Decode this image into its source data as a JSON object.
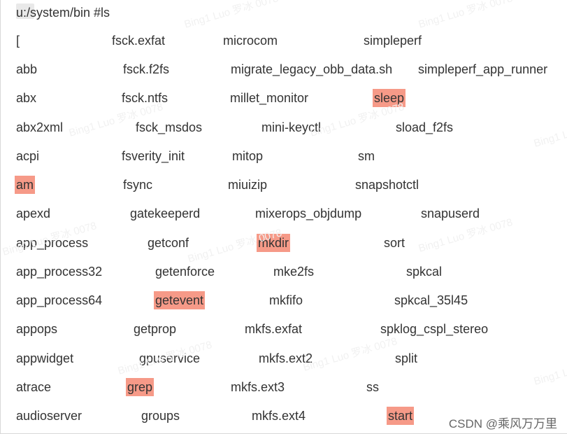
{
  "terminal": {
    "prompt": "u:/system/bin #ls",
    "rows": [
      {
        "cells": [
          {
            "text": "["
          },
          {
            "text": "fsck.exfat"
          },
          {
            "text": "microcom"
          },
          {
            "text": "simpleperf"
          }
        ]
      },
      {
        "cells": [
          {
            "text": "abb"
          },
          {
            "text": "fsck.f2fs"
          },
          {
            "text": "migrate_legacy_obb_data.sh"
          },
          {
            "text": "simpleperf_app_runner"
          }
        ]
      },
      {
        "cells": [
          {
            "text": "abx"
          },
          {
            "text": "fsck.ntfs"
          },
          {
            "text": "millet_monitor"
          },
          {
            "text": "sleep",
            "highlight": true
          }
        ]
      },
      {
        "cells": [
          {
            "text": "abx2xml"
          },
          {
            "text": "fsck_msdos"
          },
          {
            "text": "mini-keyctl"
          },
          {
            "text": "sload_f2fs"
          }
        ]
      },
      {
        "cells": [
          {
            "text": "acpi"
          },
          {
            "text": "fsverity_init"
          },
          {
            "text": "mitop"
          },
          {
            "text": "sm"
          }
        ]
      },
      {
        "cells": [
          {
            "text": "am",
            "highlight": true
          },
          {
            "text": "fsync"
          },
          {
            "text": "miuizip"
          },
          {
            "text": "snapshotctl"
          }
        ]
      },
      {
        "cells": [
          {
            "text": "apexd"
          },
          {
            "text": "gatekeeperd"
          },
          {
            "text": "mixerops_objdump"
          },
          {
            "text": "snapuserd"
          }
        ]
      },
      {
        "cells": [
          {
            "text": "app_process"
          },
          {
            "text": "getconf"
          },
          {
            "text": "mkdir",
            "highlight": true
          },
          {
            "text": "sort"
          }
        ]
      },
      {
        "cells": [
          {
            "text": "app_process32"
          },
          {
            "text": "getenforce"
          },
          {
            "text": "mke2fs"
          },
          {
            "text": "spkcal"
          }
        ]
      },
      {
        "cells": [
          {
            "text": "app_process64"
          },
          {
            "text": "getevent",
            "highlight": true
          },
          {
            "text": "mkfifo"
          },
          {
            "text": "spkcal_35l45"
          }
        ]
      },
      {
        "cells": [
          {
            "text": "appops"
          },
          {
            "text": "getprop"
          },
          {
            "text": "mkfs.exfat"
          },
          {
            "text": "spklog_cspl_stereo"
          }
        ]
      },
      {
        "cells": [
          {
            "text": "appwidget"
          },
          {
            "text": "gpuservice"
          },
          {
            "text": "mkfs.ext2"
          },
          {
            "text": "split"
          }
        ]
      },
      {
        "cells": [
          {
            "text": "atrace"
          },
          {
            "text": "grep",
            "highlight": true
          },
          {
            "text": "mkfs.ext3"
          },
          {
            "text": "ss"
          }
        ]
      },
      {
        "cells": [
          {
            "text": "audioserver"
          },
          {
            "text": "groups"
          },
          {
            "text": "mkfs.ext4"
          },
          {
            "text": "start",
            "highlight": true
          }
        ]
      }
    ]
  },
  "watermark": {
    "text": "Bing1 Luo 罗冰 0078"
  },
  "credit": {
    "text": "CSDN @乘风万万里"
  },
  "colors": {
    "highlight": "#f69a88",
    "text": "#333333",
    "background": "#ffffff"
  }
}
